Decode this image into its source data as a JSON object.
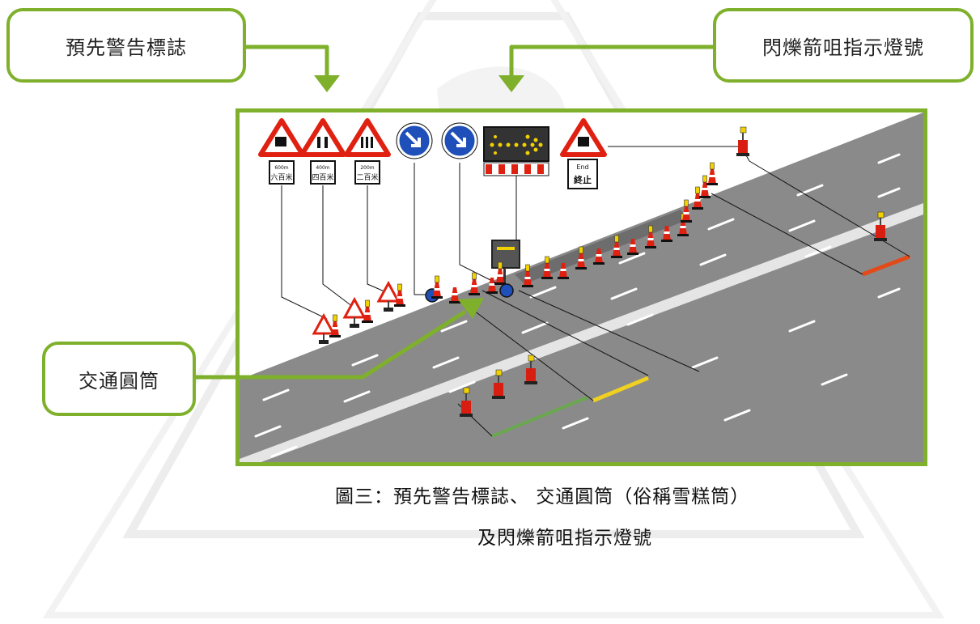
{
  "callouts": {
    "warning_signs": "預先警告標誌",
    "arrow_board": "閃爍箭咀指示燈號",
    "traffic_cones": "交通圓筒"
  },
  "caption": {
    "line1": "圖三：預先警告標誌、 交通圓筒（俗稱雪糕筒）",
    "line2": "及閃爍箭咀指示燈號"
  },
  "sign_plates": [
    "六百米",
    "四百米",
    "二百米"
  ],
  "end_sign": {
    "top": "End",
    "bottom": "終止"
  },
  "colors": {
    "accent_green": "#7fb02c",
    "road_grey": "#8a8a8a",
    "cone_red": "#e02010",
    "sign_blue": "#1f4fb8",
    "marker_yellow": "#f0d020",
    "marker_green": "#6aa84f",
    "marker_orange": "#e24a1a"
  }
}
